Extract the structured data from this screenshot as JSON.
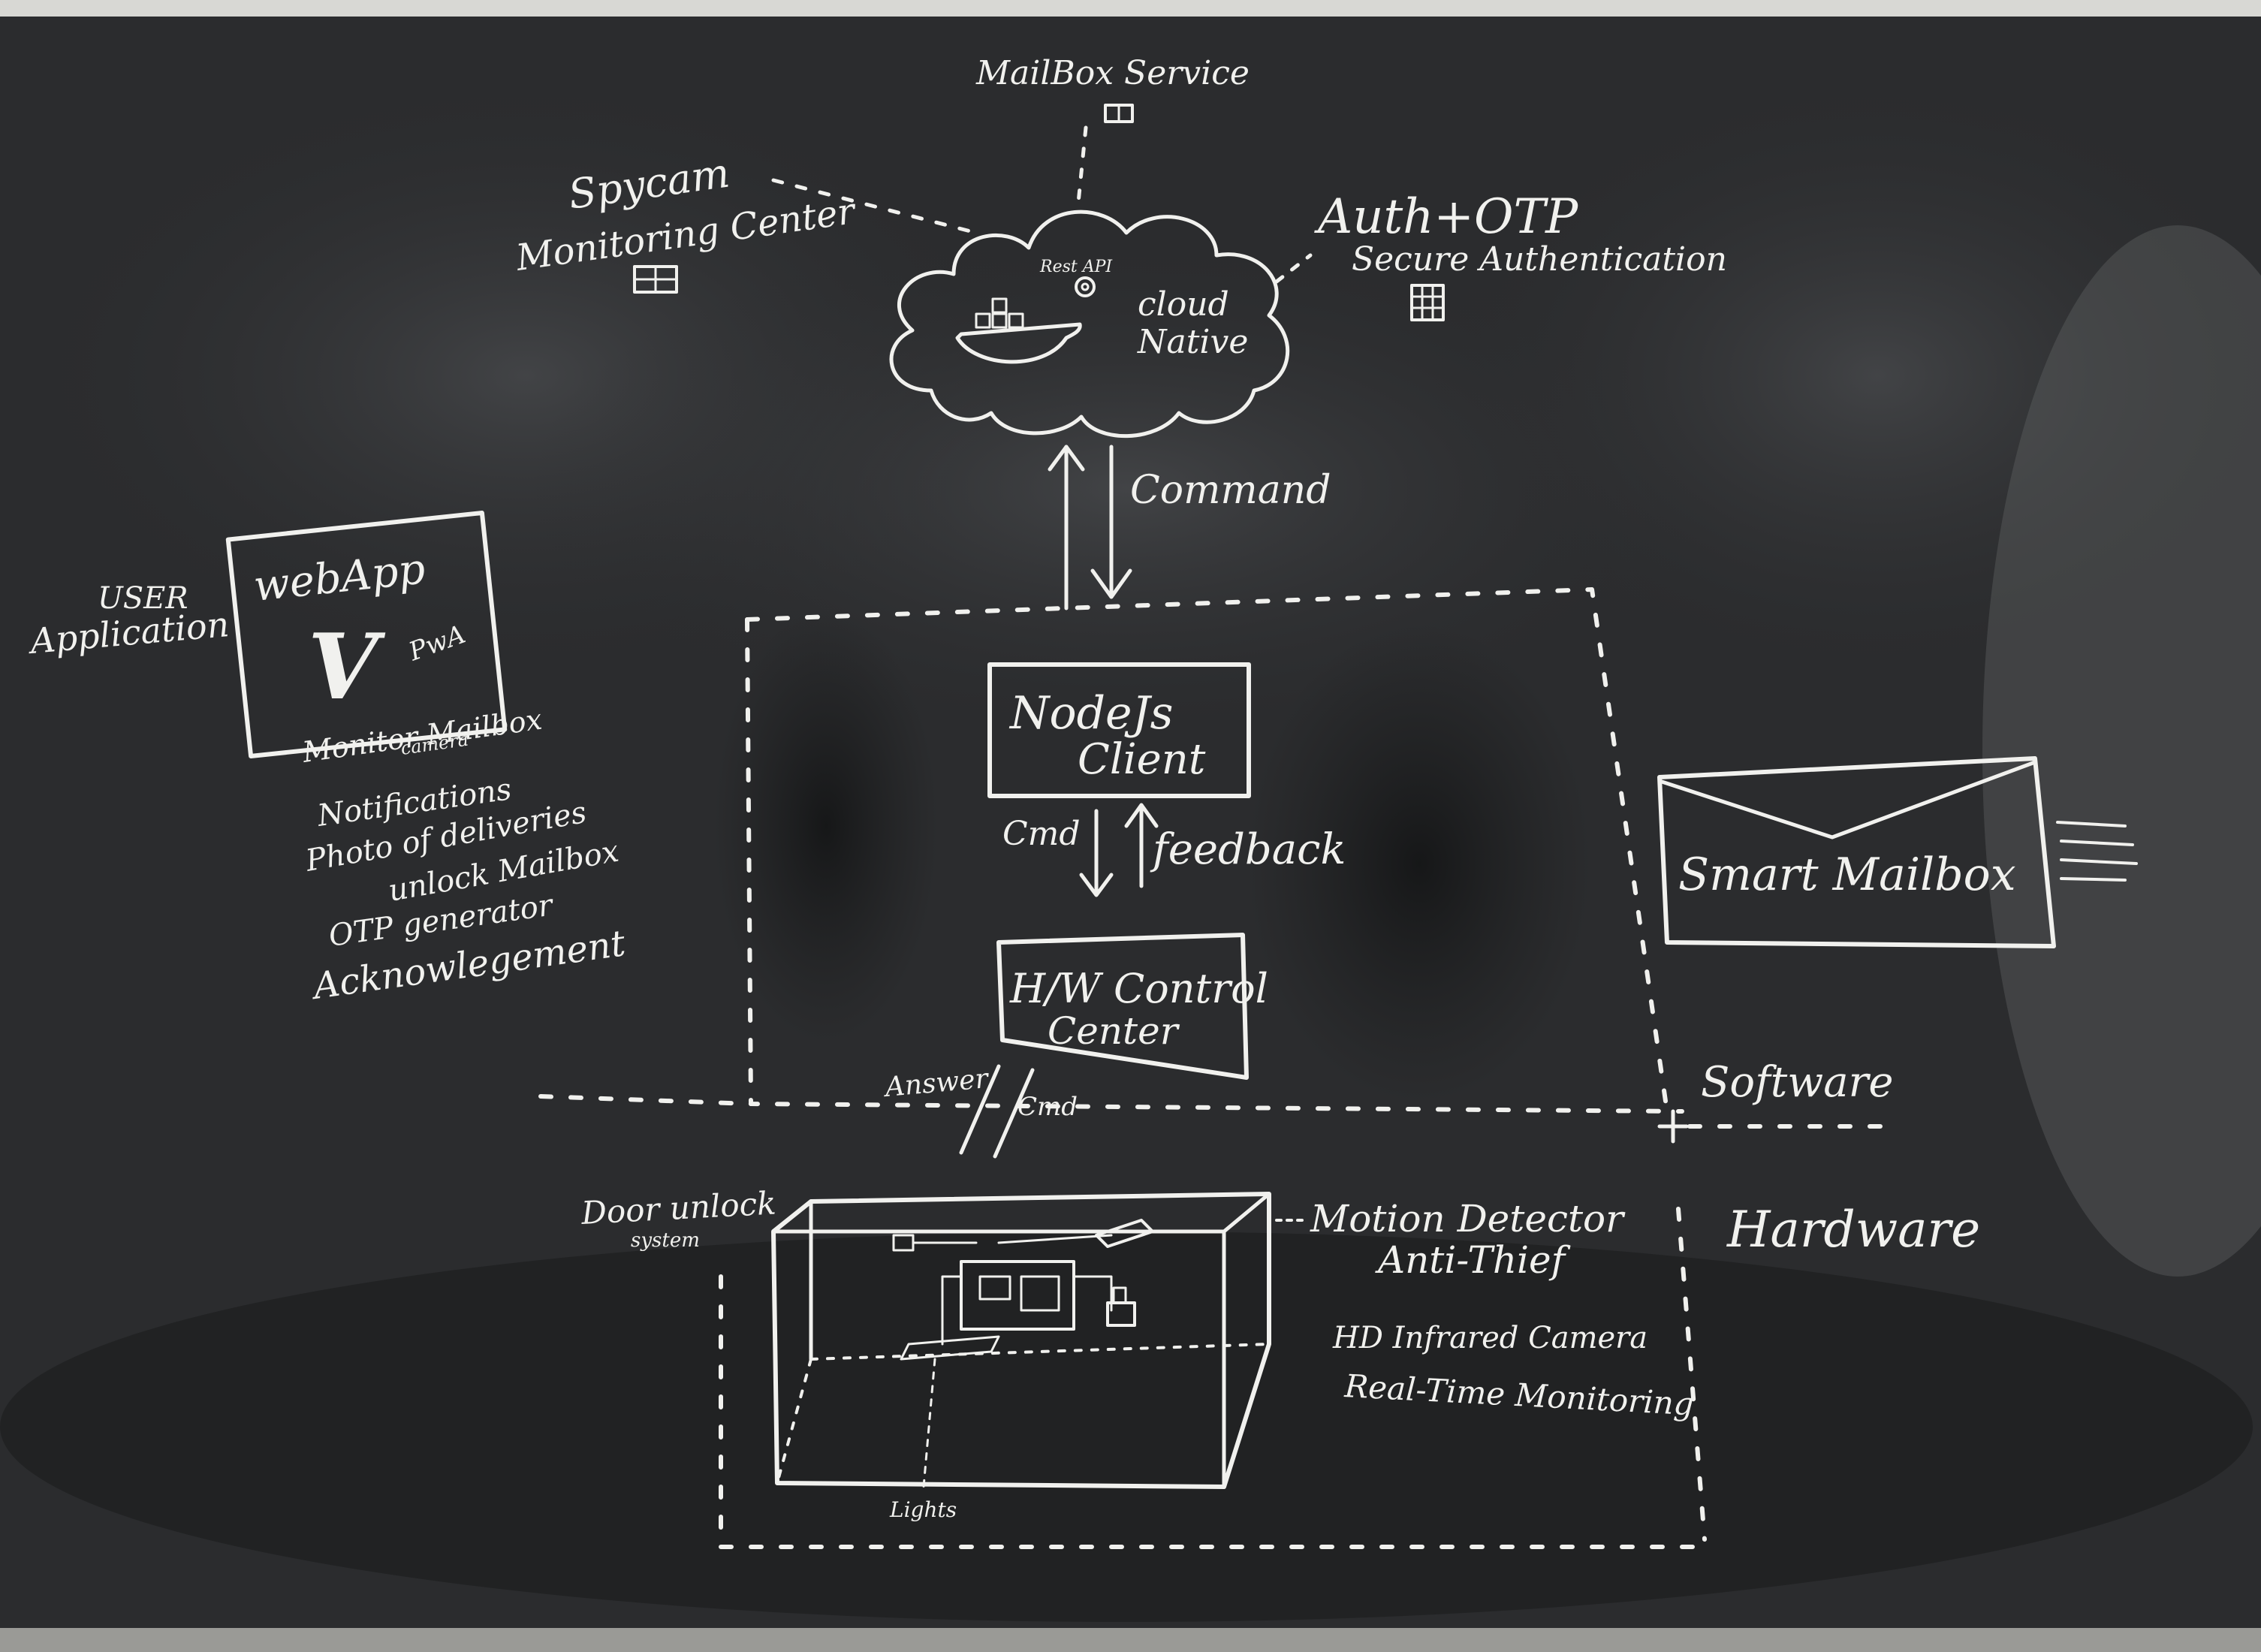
{
  "cloud": {
    "service_label": "MailBox Service",
    "rest_api_label": "Rest API",
    "cloud_native_line1": "cloud",
    "cloud_native_line2": "Native"
  },
  "spycam": {
    "line1": "Spycam",
    "line2": "Monitoring Center"
  },
  "auth": {
    "line1": "Auth+OTP",
    "line2": "Secure Authentication"
  },
  "command_label": "Command",
  "user_app": {
    "label_line1": "USER",
    "label_line2": "Application",
    "webapp_title": "webApp",
    "pwa_label": "PwA",
    "logo_letter": "V",
    "features": [
      "Monitor Mailbox",
      "camera",
      "Notifications",
      "Photo of deliveries",
      "unlock Mailbox",
      "OTP generator",
      "Acknowlegement"
    ]
  },
  "nodejs": {
    "line1": "NodeJs",
    "line2": "Client"
  },
  "cmd_label": "Cmd",
  "feedback_label": "feedback",
  "hw_control": {
    "line1": "H/W Control",
    "line2": "Center"
  },
  "answer_label": "Answer",
  "cmd_label_2": "Cmd",
  "smart_mailbox_label": "Smart Mailbox",
  "software_label": "Software",
  "hardware_label": "Hardware",
  "door_unlock": {
    "line1": "Door unlock",
    "line2": "system"
  },
  "lights_label": "Lights",
  "motion": {
    "line1": "Motion Detector",
    "line2": "Anti-Thief"
  },
  "camera": {
    "line1": "HD Infrared Camera",
    "line2": "Real-Time Monitoring"
  }
}
